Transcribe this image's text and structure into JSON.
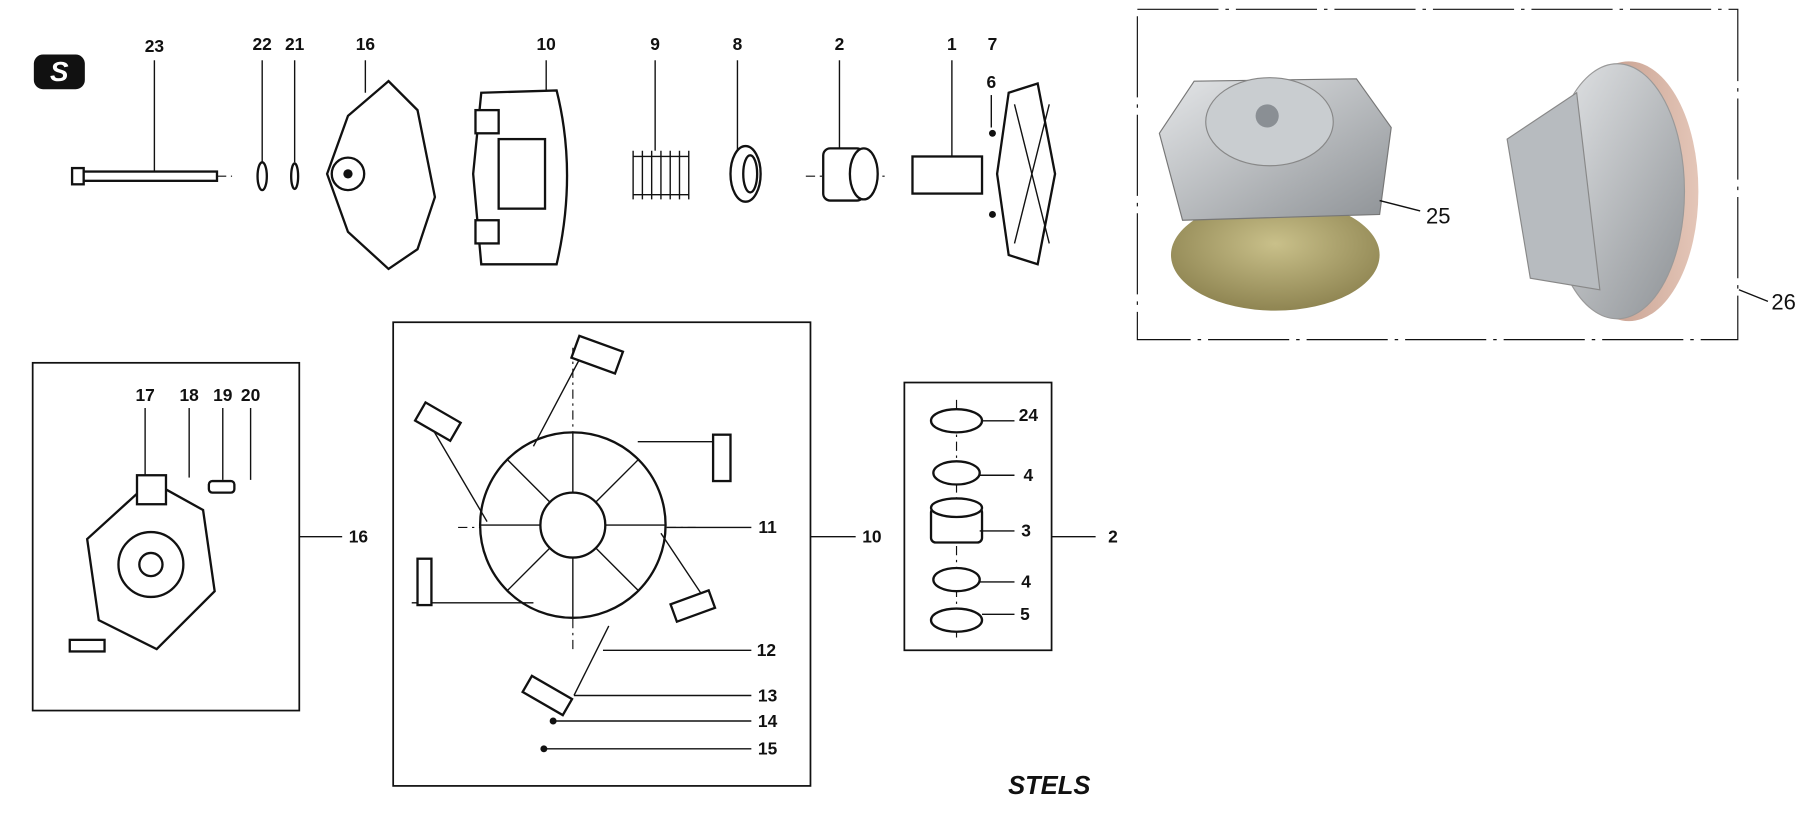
{
  "diagram": {
    "brand_logo": "STELS",
    "top_row_labels": [
      "23",
      "22",
      "21",
      "16",
      "10",
      "9",
      "8",
      "2",
      "1",
      "7",
      "6"
    ],
    "photo_labels": {
      "drive_pulley": "25",
      "assembly": "26"
    },
    "box16": {
      "callout": "16",
      "labels": [
        "17",
        "18",
        "19",
        "20"
      ]
    },
    "box10": {
      "callout": "10",
      "labels": [
        "11",
        "12",
        "13",
        "14",
        "15"
      ]
    },
    "box2": {
      "callout": "2",
      "labels": [
        "24",
        "4",
        "3",
        "4",
        "5"
      ]
    }
  }
}
